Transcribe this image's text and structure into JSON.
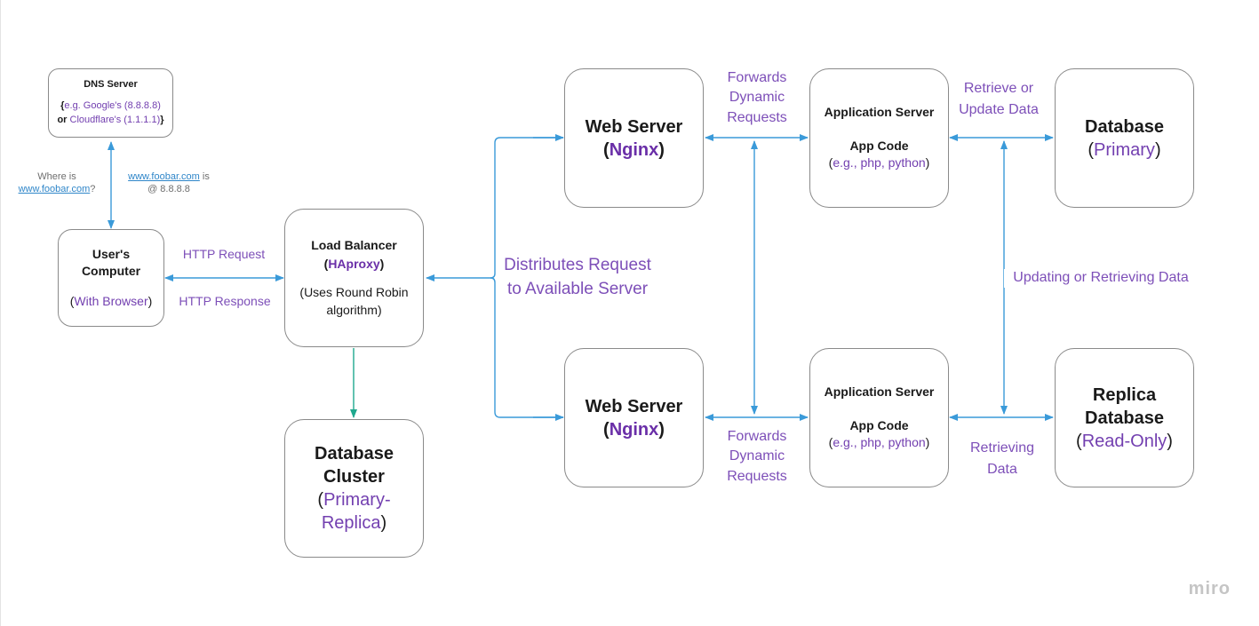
{
  "dns": {
    "title": "DNS Server",
    "open": "{",
    "example_prefix": "e.g. ",
    "google": "Google's (8.8.8.8)",
    "or": "or ",
    "cloudflare": "Cloudflare's (1.1.1.1)",
    "close": "}"
  },
  "dns_query": {
    "line1": "Where is",
    "link": "www.foobar.com",
    "suffix": "?"
  },
  "dns_answer": {
    "link": "www.foobar.com",
    "suffix": " is",
    "line2": "@ 8.8.8.8"
  },
  "user": {
    "title1": "User's",
    "title2": "Computer",
    "note_open": "(",
    "note": "With Browser",
    "note_close": ")"
  },
  "http_request": "HTTP Request",
  "http_response": "HTTP Response",
  "lb": {
    "title": "Load Balancer",
    "open": "(",
    "name": "HAproxy",
    "close": ")",
    "note1": "(Uses Round Robin",
    "note2": "algorithm)"
  },
  "distributes": {
    "line1": "Distributes Request",
    "line2": "to Available Server"
  },
  "web1": {
    "title": "Web Server",
    "open": "(",
    "name": "Nginx",
    "close": ")"
  },
  "web2": {
    "title": "Web Server",
    "open": "(",
    "name": "Nginx",
    "close": ")"
  },
  "fwd_top": {
    "l1": "Forwards",
    "l2": "Dynamic",
    "l3": "Requests"
  },
  "fwd_bottom": {
    "l1": "Forwards",
    "l2": "Dynamic",
    "l3": "Requests"
  },
  "app1": {
    "title": "Application Server",
    "code": "App Code",
    "open": "(",
    "langs": "e.g., php, python",
    "close": ")"
  },
  "app2": {
    "title": "Application Server",
    "code": "App Code",
    "open": "(",
    "langs": "e.g., php, python",
    "close": ")"
  },
  "retrieve_update": {
    "l1": "Retrieve or",
    "l2": "Update Data"
  },
  "updating_retrieving": "Updating or Retrieving Data",
  "retrieving": {
    "l1": "Retrieving",
    "l2": "Data"
  },
  "db_primary": {
    "title": "Database",
    "open": "(",
    "note": "Primary",
    "close": ")"
  },
  "db_replica": {
    "title1": "Replica",
    "title2": "Database",
    "open": "(",
    "note": "Read-Only",
    "close": ")"
  },
  "db_cluster": {
    "title1": "Database",
    "title2": "Cluster",
    "open": "(",
    "note1": "Primary-",
    "note2": "Replica",
    "close": ")"
  },
  "watermark": "miro",
  "colors": {
    "arrow_blue": "#3a9ad9",
    "arrow_teal": "#1fa88e",
    "purple": "#7340b0",
    "border": "#8a8a8a"
  }
}
